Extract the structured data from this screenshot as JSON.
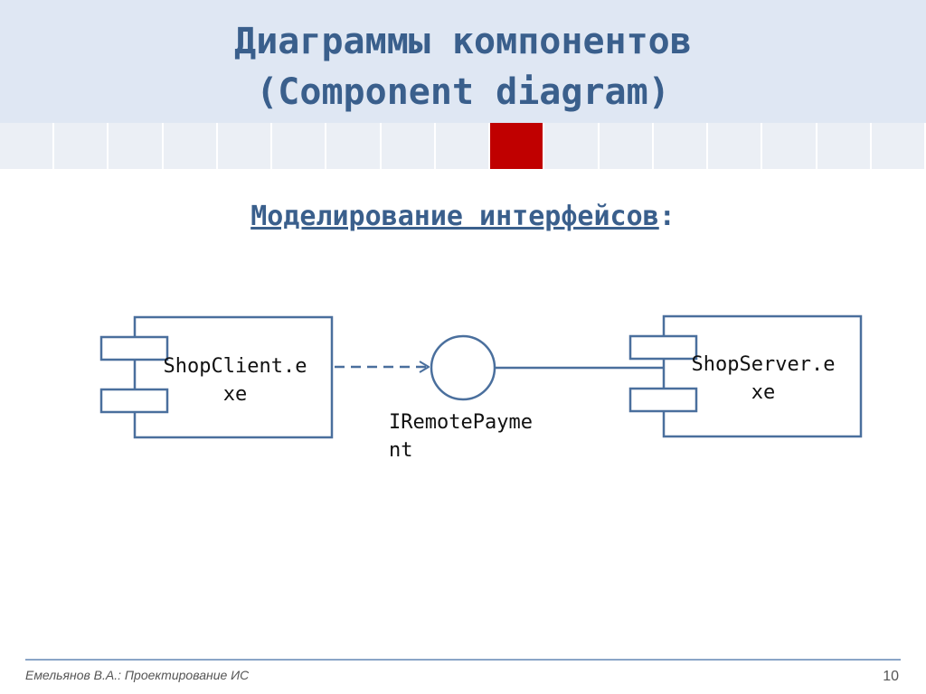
{
  "slide": {
    "title_line1": "Диаграммы компонентов",
    "title_line2": "(Component diagram)",
    "subtitle_text": "Моделирование интерфейсов",
    "subtitle_suffix": ":"
  },
  "diagram": {
    "client_line1": "ShopClient.e",
    "client_line2": "xe",
    "server_line1": "ShopServer.e",
    "server_line2": "xe",
    "interface_line1": "IRemotePayme",
    "interface_line2": "nt"
  },
  "colors": {
    "accent": "#c00000",
    "title": "#3a5f8c",
    "diagram_stroke": "#4a6f9d",
    "header_bg": "#dfe7f3"
  },
  "footer": {
    "author": "Емельянов В.А.:  Проектирование ИС",
    "page_number": "10"
  }
}
